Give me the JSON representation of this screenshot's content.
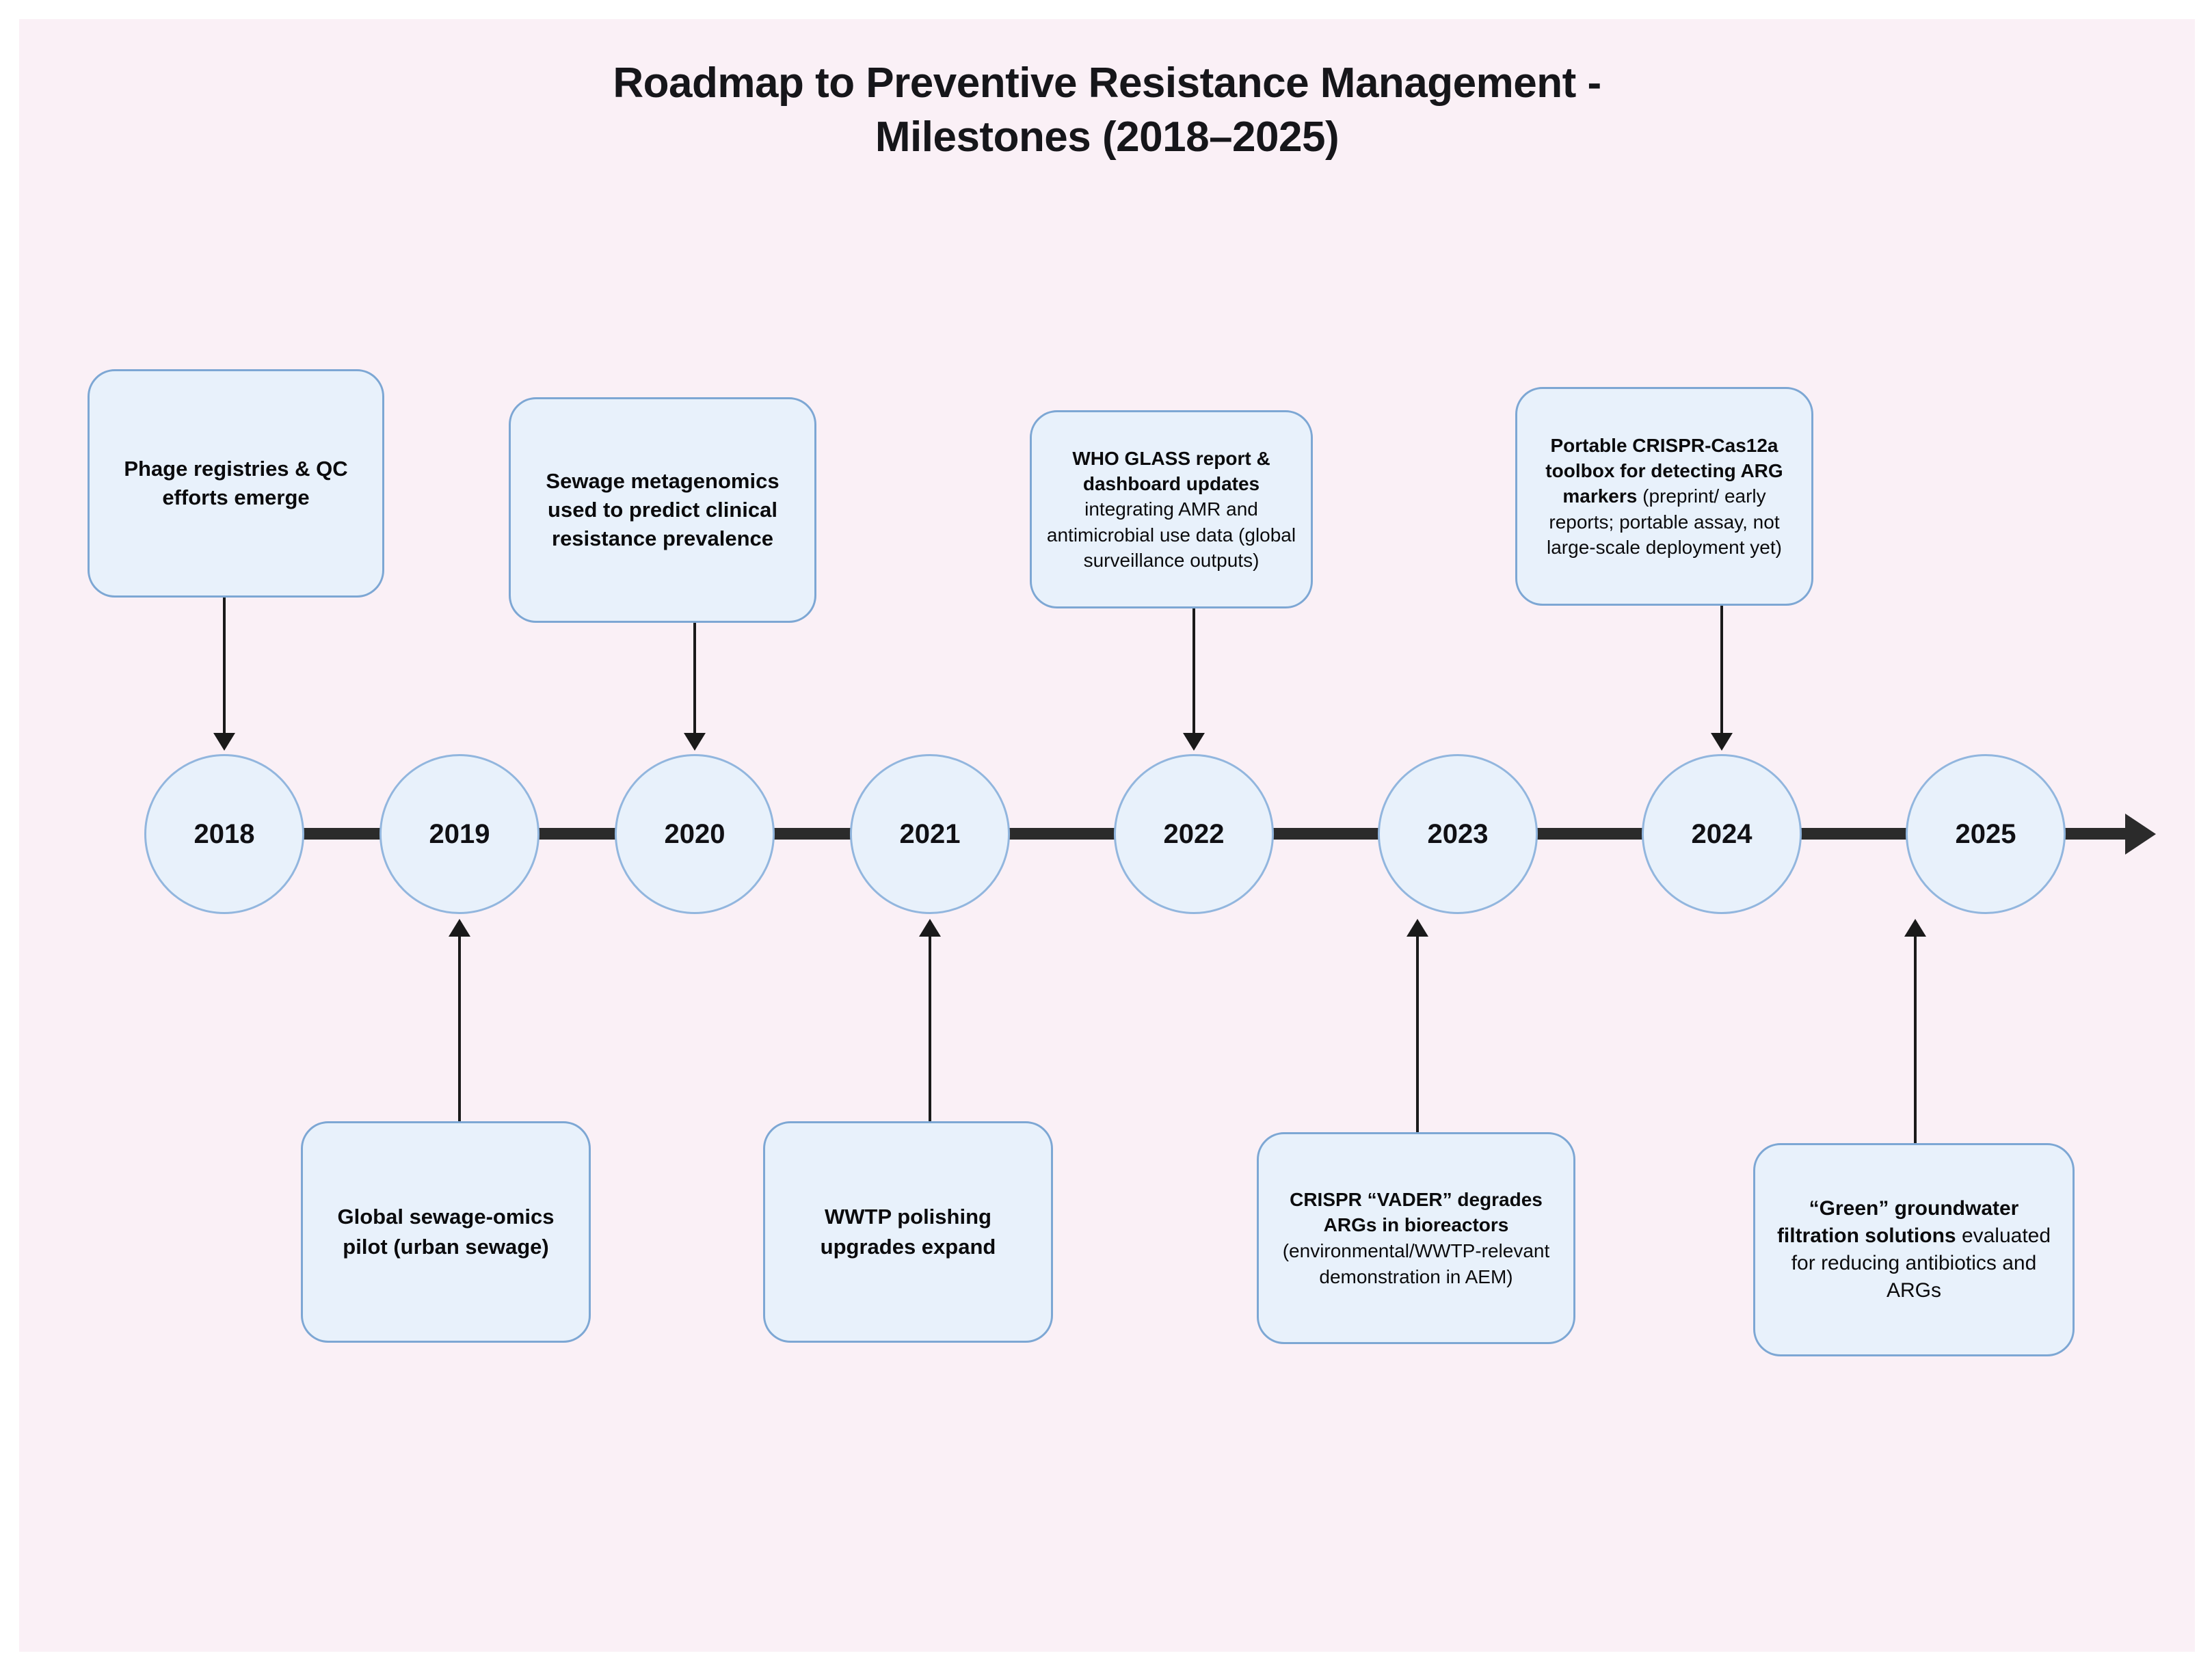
{
  "title_line1": "Roadmap to Preventive Resistance Management -",
  "title_line2": "Milestones (2018–2025)",
  "colors": {
    "canvas_background": "#faf0f6",
    "node_fill": "#e8f1fb",
    "node_border": "#7da7d4",
    "circle_border": "#92b6de",
    "spine": "#2b2b2b",
    "connector": "#1a1a1a",
    "text": "#101014"
  },
  "timeline": {
    "years": [
      "2018",
      "2019",
      "2020",
      "2021",
      "2022",
      "2023",
      "2024",
      "2025"
    ],
    "has_end_arrow": true
  },
  "milestones_above": [
    {
      "year": "2018",
      "lead": "Phage registries & QC efforts emerge",
      "tail": ""
    },
    {
      "year": "2020",
      "lead": "Sewage metagenomics used to predict clinical resistance prevalence",
      "tail": ""
    },
    {
      "year": "2022",
      "lead": "WHO GLASS report & dashboard updates ",
      "tail": "integrating AMR and antimicrobial use data (global surveillance outputs)"
    },
    {
      "year": "2024",
      "lead": "Portable CRISPR-Cas12a toolbox for detecting ARG markers ",
      "tail": "(preprint/ early reports; portable assay, not large-scale deployment yet)"
    }
  ],
  "milestones_below": [
    {
      "year": "2019",
      "lead": "Global sewage-omics pilot (urban sewage)",
      "tail": ""
    },
    {
      "year": "2021",
      "lead": "WWTP polishing upgrades expand",
      "tail": ""
    },
    {
      "year": "2023",
      "lead": "CRISPR “VADER” degrades ARGs in bioreactors ",
      "tail": "(environmental/WWTP-relevant demonstration in AEM)"
    },
    {
      "year": "2025",
      "lead": "“Green” groundwater filtration solutions ",
      "tail": "evaluated for reducing antibiotics and ARGs"
    }
  ]
}
